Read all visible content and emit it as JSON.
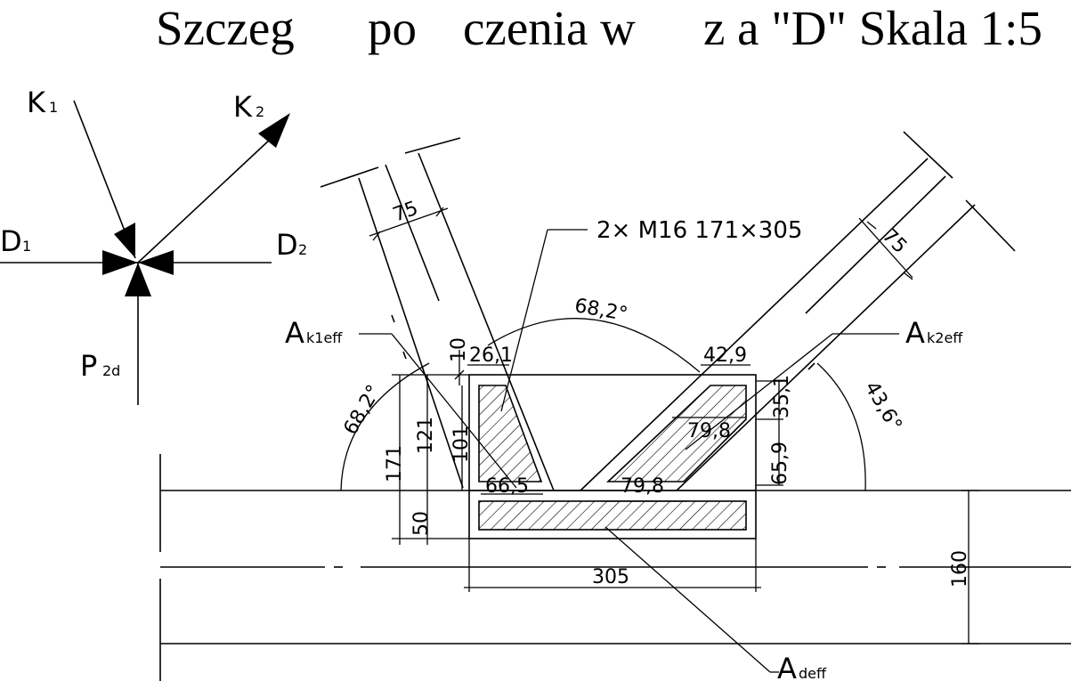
{
  "title": {
    "part1": "Szczeg",
    "part2": "po",
    "part3": "czenia w",
    "part4": "z a \"D\" Skala 1:5"
  },
  "legend": {
    "k1": "K",
    "k1_sub": "1",
    "k2": "K",
    "k2_sub": "2",
    "d1": "D",
    "d1_sub": "1",
    "d2": "D",
    "d2_sub": "2",
    "p": "P",
    "p_sub": "2d"
  },
  "labels": {
    "bolts": "2× M16 171×305",
    "ak1": "A",
    "ak1_sub": "k1eff",
    "ak2": "A",
    "ak2_sub": "k2eff",
    "ad": "A",
    "ad_sub": "deff"
  },
  "dimensions": {
    "d75_left": "75",
    "d75_right": "75",
    "angle_top": "68,2°",
    "angle_left": "68,2°",
    "angle_right": "43,6°",
    "d10": "10",
    "d26_1": "26,1",
    "d42_9": "42,9",
    "d35_1": "35,1",
    "d79_8_top": "79,8",
    "d65_9": "65,9",
    "d79_8_bottom": "79,8",
    "d66_5": "66,5",
    "d101": "101",
    "d121": "121",
    "d171": "171",
    "d50": "50",
    "d305": "305",
    "d160": "160"
  }
}
